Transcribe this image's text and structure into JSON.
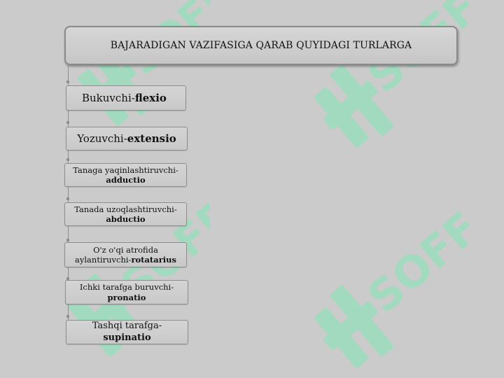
{
  "header": {
    "title": "BAJARADIGAN VAZIFASIGA QARAB QUYIDAGI TURLARGA"
  },
  "items": [
    {
      "prefix": "Bukuvchi-",
      "term": "flexio"
    },
    {
      "prefix": "Yozuvchi-",
      "term": "extensio"
    },
    {
      "prefix": "Tanaga yaqinlashtiruvchi-",
      "term": "adductio"
    },
    {
      "prefix": "Tanada uzoqlashtiruvchi-",
      "term": "abductio"
    },
    {
      "prefix": "O'z o'qi atrofida aylantiruvchi-",
      "term": "rotatarius"
    },
    {
      "prefix": "Ichki tarafga buruvchi-",
      "term": "pronatio"
    },
    {
      "prefix": "Tashqi tarafga-",
      "term": "supinatio"
    }
  ],
  "colors": {
    "background": "#cbcbcb",
    "watermark": "#7fe8b5",
    "border": "#8d8d8d"
  },
  "watermark": {
    "text": "SOFF",
    "icon": "soff-logo-icon"
  }
}
